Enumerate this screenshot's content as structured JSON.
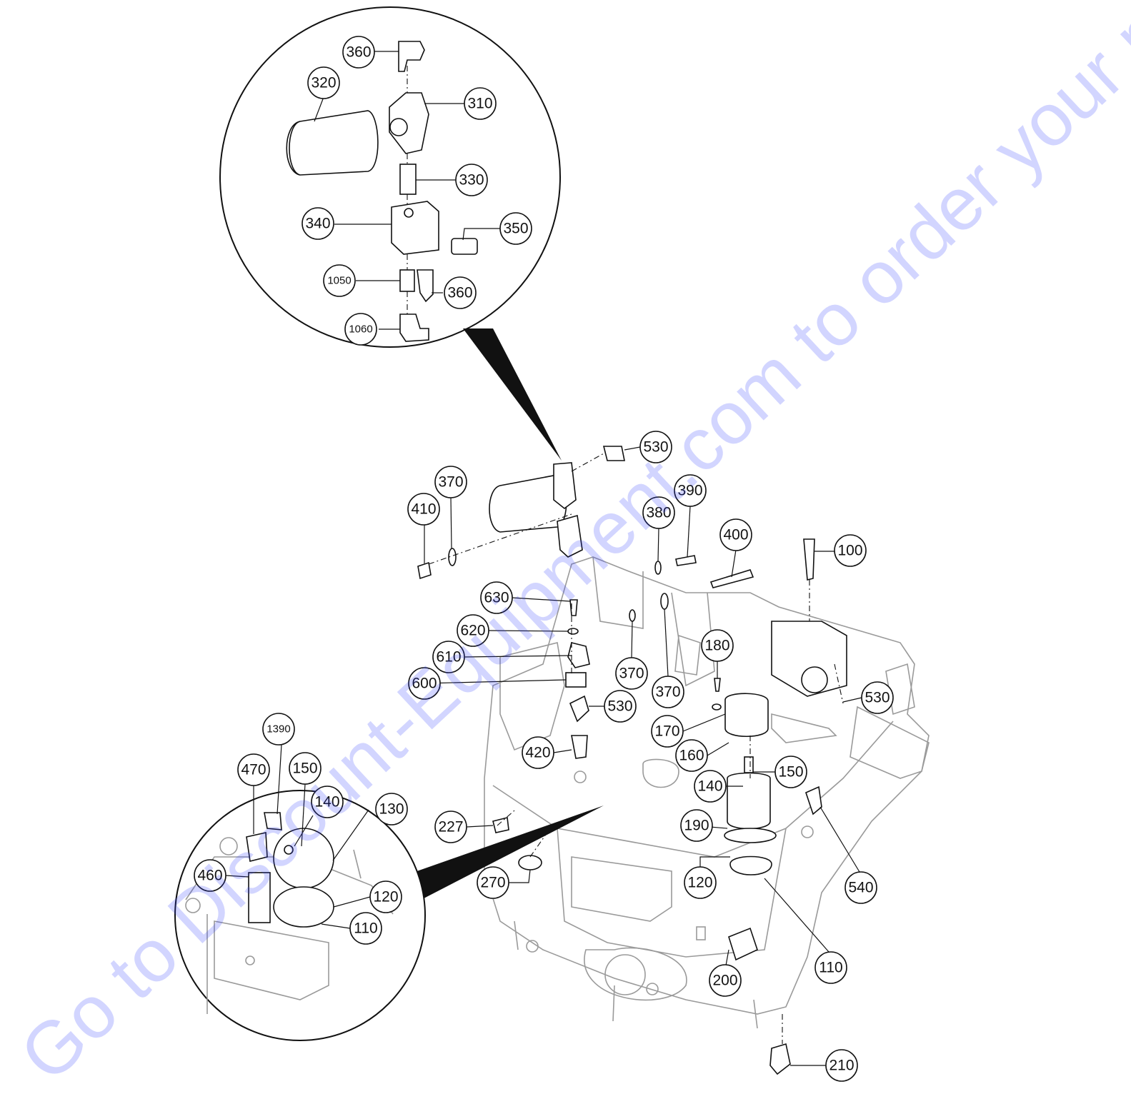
{
  "callouts": [
    {
      "id": "c360a",
      "label": "360"
    },
    {
      "id": "c320",
      "label": "320"
    },
    {
      "id": "c310",
      "label": "310"
    },
    {
      "id": "c330",
      "label": "330"
    },
    {
      "id": "c340",
      "label": "340"
    },
    {
      "id": "c350",
      "label": "350"
    },
    {
      "id": "c1050",
      "label": "1050"
    },
    {
      "id": "c360b",
      "label": "360"
    },
    {
      "id": "c1060",
      "label": "1060"
    },
    {
      "id": "c530a",
      "label": "530"
    },
    {
      "id": "c370a",
      "label": "370"
    },
    {
      "id": "c410",
      "label": "410"
    },
    {
      "id": "c390",
      "label": "390"
    },
    {
      "id": "c380",
      "label": "380"
    },
    {
      "id": "c400",
      "label": "400"
    },
    {
      "id": "c100",
      "label": "100"
    },
    {
      "id": "c630",
      "label": "630"
    },
    {
      "id": "c620",
      "label": "620"
    },
    {
      "id": "c610",
      "label": "610"
    },
    {
      "id": "c600",
      "label": "600"
    },
    {
      "id": "c370b",
      "label": "370"
    },
    {
      "id": "c370c",
      "label": "370"
    },
    {
      "id": "c180",
      "label": "180"
    },
    {
      "id": "c530b",
      "label": "530"
    },
    {
      "id": "c530c",
      "label": "530"
    },
    {
      "id": "c170",
      "label": "170"
    },
    {
      "id": "c160",
      "label": "160"
    },
    {
      "id": "c420",
      "label": "420"
    },
    {
      "id": "c150a",
      "label": "150"
    },
    {
      "id": "c140a",
      "label": "140"
    },
    {
      "id": "c1390",
      "label": "1390"
    },
    {
      "id": "c470",
      "label": "470"
    },
    {
      "id": "c150b",
      "label": "150"
    },
    {
      "id": "c140b",
      "label": "140"
    },
    {
      "id": "c130",
      "label": "130"
    },
    {
      "id": "c190",
      "label": "190"
    },
    {
      "id": "c227",
      "label": "227"
    },
    {
      "id": "c460",
      "label": "460"
    },
    {
      "id": "c120a",
      "label": "120"
    },
    {
      "id": "c120b",
      "label": "120"
    },
    {
      "id": "c540",
      "label": "540"
    },
    {
      "id": "c270",
      "label": "270"
    },
    {
      "id": "c110a",
      "label": "110"
    },
    {
      "id": "c110b",
      "label": "110"
    },
    {
      "id": "c200",
      "label": "200"
    },
    {
      "id": "c210",
      "label": "210"
    }
  ],
  "watermark": {
    "text": "Go to Discount-Equipment.com to order your parts",
    "color": "#3340ff"
  }
}
